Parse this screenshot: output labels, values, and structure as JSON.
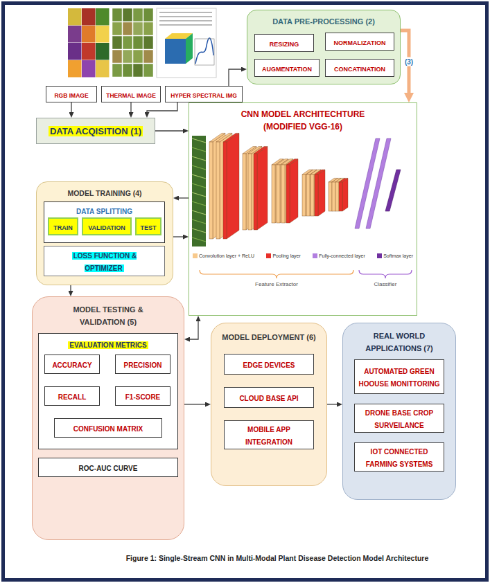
{
  "diagram": {
    "caption": "Figure 1: Single-Stream CNN in Multi-Modal Plant Disease Detection Model Architecture",
    "nodes": [
      {
        "text": [
          "RGB IMAGE"
        ]
      },
      {
        "text": [
          "THERMAL IMAGE"
        ]
      },
      {
        "text": [
          "HYPER SPECTRAL IMG"
        ]
      },
      {
        "text": [
          "DATA ACQISITION (1)"
        ]
      },
      {
        "text": [
          "DATA PRE-PROCESSING (2)"
        ]
      },
      {
        "text": [
          "RESIZING"
        ],
        "in": 4
      },
      {
        "text": [
          "NORMALIZATION"
        ],
        "in": 4
      },
      {
        "text": [
          "AUGMENTATION"
        ],
        "in": 4
      },
      {
        "text": [
          "CONCATINATION"
        ],
        "in": 4
      },
      {
        "text": [
          "CNN MODEL ARCHITECHTURE (MODIFIED VGG-16)"
        ]
      },
      {
        "text": [
          "MODEL TRAINING (4)"
        ]
      },
      {
        "text": [
          "DATA SPLITTING"
        ],
        "in": 10
      },
      {
        "text": [
          "TRAIN"
        ],
        "in": 11
      },
      {
        "text": [
          "VALIDATION"
        ],
        "in": 11
      },
      {
        "text": [
          "TEST"
        ],
        "in": 11
      },
      {
        "text": [
          "LOSS FUNCTION & OPTIMIZER"
        ],
        "in": 10
      },
      {
        "text": [
          "MODEL TESTING & VALIDATION (5)"
        ]
      },
      {
        "text": [
          "EVALUATION METRICS"
        ],
        "in": 16
      },
      {
        "text": [
          "ACCURACY"
        ],
        "in": 17
      },
      {
        "text": [
          "PRECISION"
        ],
        "in": 17
      },
      {
        "text": [
          "RECALL"
        ],
        "in": 17
      },
      {
        "text": [
          "F1-SCORE"
        ],
        "in": 17
      },
      {
        "text": [
          "CONFUSION MATRIX"
        ],
        "in": 17
      },
      {
        "text": [
          "ROC-AUC CURVE"
        ],
        "in": 16
      },
      {
        "text": [
          "MODEL DEPLOYMENT (6)"
        ]
      },
      {
        "text": [
          "EDGE DEVICES"
        ],
        "in": 24
      },
      {
        "text": [
          "CLOUD BASE API"
        ],
        "in": 24
      },
      {
        "text": [
          "MOBILE APP INTEGRATION"
        ],
        "in": 24
      },
      {
        "text": [
          "REAL WORLD APPLICATIONS (7)"
        ]
      },
      {
        "text": [
          "AUTOMATED GREEN HOOUSE MONITTORING"
        ],
        "in": 28
      },
      {
        "text": [
          "DRONE BASE CROP SURVEILANCE"
        ],
        "in": 28
      },
      {
        "text": [
          "IOT CONNECTED FARMING SYSTEMS"
        ],
        "in": 28
      }
    ],
    "edges": [
      {
        "from": 0,
        "to": 3,
        "arrow": "to"
      },
      {
        "from": 1,
        "to": 3,
        "arrow": "to"
      },
      {
        "from": 2,
        "to": 3,
        "arrow": "to"
      },
      {
        "from": 2,
        "to": 4,
        "arrow": "to"
      },
      {
        "from": 3,
        "to": 9,
        "arrow": "to"
      },
      {
        "from": 4,
        "to": 9,
        "arrow": "to",
        "label": "(3)"
      },
      {
        "from": 9,
        "to": 10,
        "arrow": "to"
      },
      {
        "from": 10,
        "to": 9,
        "arrow": "to"
      },
      {
        "from": 10,
        "to": 16,
        "arrow": "to"
      },
      {
        "from": 16,
        "to": 9,
        "arrow": "both"
      },
      {
        "from": 16,
        "to": 24,
        "arrow": "to"
      },
      {
        "from": 24,
        "to": 28,
        "arrow": "to"
      }
    ],
    "labels": [
      "Feature Extractor",
      "Classifier"
    ],
    "legend": [
      {
        "text": "Convolution layer + ReLU",
        "color": "#f8c98c"
      },
      {
        "text": "Pooling layer",
        "color": "#e8302a"
      },
      {
        "text": "Fully-connected layer",
        "color": "#b27fe0"
      },
      {
        "text": "Softmax layer",
        "color": "#7030a0"
      }
    ]
  }
}
